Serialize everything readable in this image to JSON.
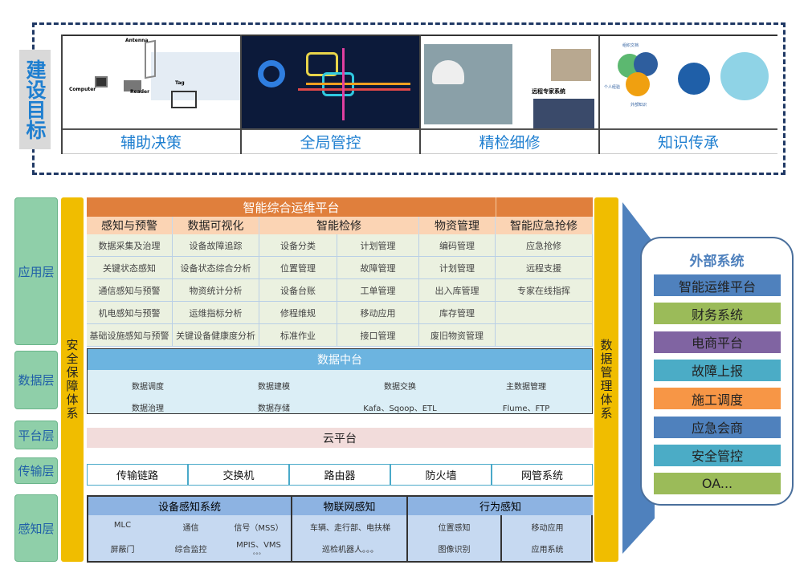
{
  "goals": {
    "label": "建设目标",
    "items": [
      {
        "caption": "辅助决策",
        "image_labels": [
          "Antenna",
          "Computer",
          "Reader",
          "Tag"
        ]
      },
      {
        "caption": "全局管控"
      },
      {
        "caption": "精检细修",
        "image_labels": [
          "远程专家系统"
        ]
      },
      {
        "caption": "知识传承",
        "image_labels": [
          "组织文档",
          "个人经验",
          "外部知识"
        ]
      }
    ]
  },
  "layers": [
    "应用层",
    "数据层",
    "平台层",
    "传输层",
    "感知层"
  ],
  "security": "安全保障体系",
  "data_mgmt": "数据管理体系",
  "app": {
    "title": "智能综合运维平台",
    "groups": [
      "感知与预警",
      "数据可视化",
      "智能检修",
      "物资管理",
      "智能应急抢修"
    ],
    "rows": [
      [
        "数据采集及治理",
        "设备故障追踪",
        "设备分类",
        "计划管理",
        "编码管理",
        "应急抢修"
      ],
      [
        "关键状态感知",
        "设备状态综合分析",
        "位置管理",
        "故障管理",
        "计划管理",
        "远程支援"
      ],
      [
        "通信感知与预警",
        "物资统计分析",
        "设备台账",
        "工单管理",
        "出入库管理",
        "专家在线指挥"
      ],
      [
        "机电感知与预警",
        "运维指标分析",
        "修程维规",
        "移动应用",
        "库存管理",
        ""
      ],
      [
        "基础设施感知与预警",
        "关键设备健康度分析",
        "标准作业",
        "接口管理",
        "废旧物资管理",
        ""
      ]
    ]
  },
  "data_platform": {
    "title": "数据中台",
    "rows": [
      [
        "数据调度",
        "数据建模",
        "数据交换",
        "主数据管理"
      ],
      [
        "数据治理",
        "数据存储",
        "Kafa、Sqoop、ETL",
        "Flume、FTP"
      ]
    ]
  },
  "cloud": "云平台",
  "transport": [
    "传输链路",
    "交换机",
    "路由器",
    "防火墙",
    "网管系统"
  ],
  "perception": {
    "device": {
      "title": "设备感知系统",
      "items": [
        "MLC",
        "通信",
        "信号（MSS）",
        "屏蔽门",
        "综合监控",
        "MPIS、VMS",
        "。。。"
      ]
    },
    "iot": {
      "title": "物联网感知",
      "items": [
        "车辆、走行部、电扶梯",
        "巡检机器人。。。"
      ]
    },
    "behavior": {
      "title": "行为感知",
      "items": [
        "位置感知",
        "移动应用",
        "图像识别",
        "应用系统"
      ]
    }
  },
  "external": {
    "title": "外部系统",
    "items": [
      {
        "label": "智能运维平台",
        "color": "#4f81bd"
      },
      {
        "label": "财务系统",
        "color": "#9bbb59"
      },
      {
        "label": "电商平台",
        "color": "#8064a2"
      },
      {
        "label": "故障上报",
        "color": "#4bacc6"
      },
      {
        "label": "施工调度",
        "color": "#f79646"
      },
      {
        "label": "应急会商",
        "color": "#4f81bd"
      },
      {
        "label": "安全管控",
        "color": "#4bacc6"
      },
      {
        "label": "OA...",
        "color": "#9bbb59"
      }
    ]
  }
}
